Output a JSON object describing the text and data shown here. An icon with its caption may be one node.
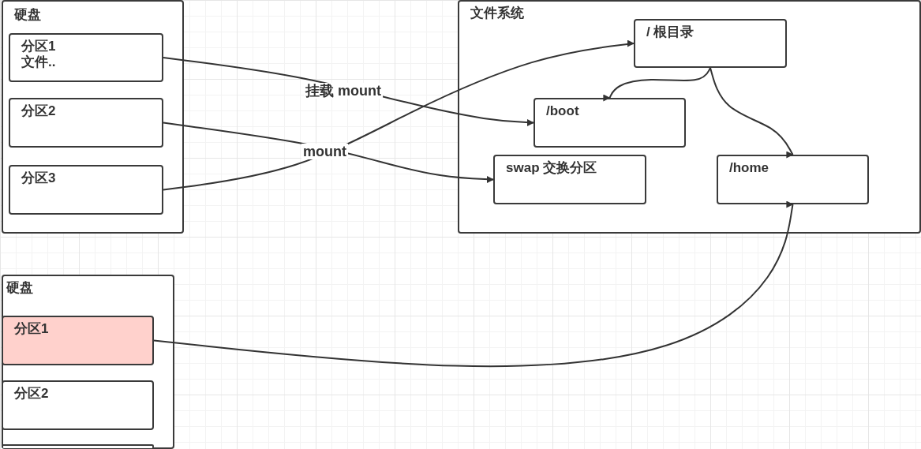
{
  "diagram": {
    "nodes": [
      {
        "text": [
          "硬盘"
        ]
      },
      {
        "text": [
          "分区1",
          "文件.."
        ],
        "in": 0
      },
      {
        "text": [
          "分区2"
        ],
        "in": 0
      },
      {
        "text": [
          "分区3"
        ],
        "in": 0
      },
      {
        "text": [
          "文件系统"
        ]
      },
      {
        "text": [
          "/ 根目录"
        ],
        "in": 4
      },
      {
        "text": [
          "/boot"
        ],
        "in": 4
      },
      {
        "text": [
          "swap 交换分区"
        ],
        "in": 4
      },
      {
        "text": [
          "/home"
        ],
        "in": 4
      },
      {
        "text": [
          "硬盘"
        ]
      },
      {
        "text": [
          "分区1"
        ],
        "in": 9
      },
      {
        "text": [
          "分区2"
        ],
        "in": 9
      },
      {
        "text": [],
        "shape": "box",
        "in": 9
      }
    ],
    "edges": [
      {
        "from": 1,
        "to": 6,
        "arrow": "to",
        "label": "挂载 mount"
      },
      {
        "from": 2,
        "to": 7,
        "arrow": "to",
        "label": "mount"
      },
      {
        "from": 3,
        "to": 5,
        "arrow": "to"
      },
      {
        "from": 5,
        "to": 6,
        "arrow": "to"
      },
      {
        "from": 5,
        "to": 8,
        "arrow": "to"
      },
      {
        "from": 10,
        "to": 8,
        "arrow": "to"
      }
    ]
  }
}
